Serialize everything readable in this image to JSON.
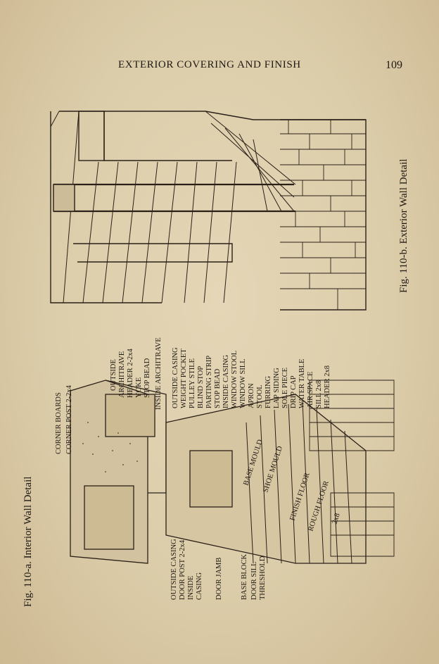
{
  "header": {
    "running_head": "EXTERIOR COVERING AND FINISH",
    "page_number": "109"
  },
  "figures": {
    "a": {
      "caption": "Fig. 110-a.   Interior Wall Detail",
      "labels_top": [
        "CORNER BOARDS",
        "CORNER POST 2-2x4",
        "OUTSIDE",
        "ARCHITRAVE",
        "HEADER 2-2x4",
        "YOKE",
        "STOP BEAD",
        "INSIDE ARCHITRAVE",
        "OUTSIDE CASING",
        "WEIGHT POCKET",
        "PULLEY STILE",
        "BLIND STOP",
        "PARTING STRIP",
        "STOP BEAD",
        "INSIDE CASING",
        "WINDOW STOOL",
        "WINDOW SILL",
        "APRON",
        "STOOL",
        "FURRING",
        "LAP SIDING",
        "SOLE PIECE",
        "DRIP CAP",
        "WATER TABLE",
        "AIR SPACE",
        "SILL 2x8",
        "HEADER 2x8"
      ],
      "labels_bottom": [
        "OUTSIDE CASING",
        "DOOR POST 2-2x4",
        "INSIDE",
        "CASING",
        "DOOR JAMB",
        "BASE BLOCK",
        "DOOR SILL",
        "THRESHOLD"
      ],
      "labels_inside": [
        "BASE MOULD",
        "SHOE MOULD",
        "FINISH FLOOR",
        "ROUGH FLOOR",
        "2x8"
      ]
    },
    "b": {
      "caption": "Fig. 110-b.   Exterior Wall Detail"
    }
  }
}
